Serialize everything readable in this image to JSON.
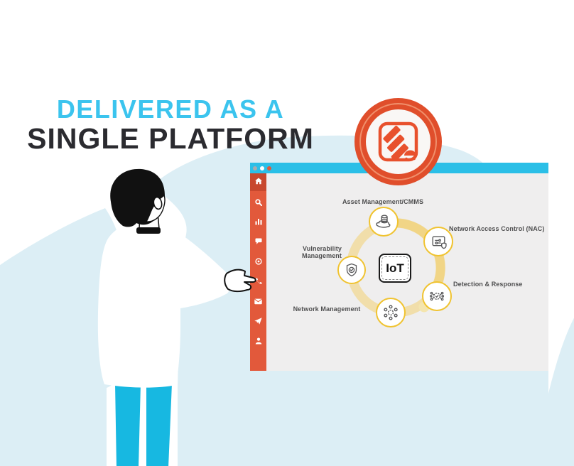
{
  "title": {
    "line1": "DELIVERED AS A",
    "line2": "SINGLE PLATFORM"
  },
  "window": {
    "topbar_dots": [
      {
        "name": "window-dot-minimize",
        "color": "#A9ABAE"
      },
      {
        "name": "window-dot-maximize",
        "color": "#FFFFFF"
      },
      {
        "name": "window-dot-close",
        "color": "#E2593B"
      }
    ],
    "sidebar_icons": [
      "home",
      "search",
      "bar-chart",
      "chat",
      "target",
      "phone",
      "mail",
      "send",
      "user"
    ]
  },
  "diagram": {
    "center_label": "IoT",
    "nodes": [
      {
        "label": "Asset Management/CMMS",
        "icon": "database-platform-icon"
      },
      {
        "label": "Network Access Control (NAC)",
        "icon": "access-panel-shield-icon"
      },
      {
        "label": "Vulnerability Management",
        "icon": "shield-check-icon"
      },
      {
        "label": "Detection & Response",
        "icon": "badge-check-nodes-icon"
      },
      {
        "label": "Network Management",
        "icon": "network-nodes-icon"
      }
    ]
  },
  "colors": {
    "accent_cyan": "#2BBFE7",
    "sidebar_orange": "#E2593B",
    "sidebar_active_orange": "#C8482E",
    "title_cyan": "#3BC4EE",
    "title_dark": "#2B2B30",
    "background_blue": "#DCEEF5",
    "content_gray": "#EFEEEE",
    "ring_yellow": "#F2C94C",
    "node_border_yellow": "#F0C330",
    "badge_orange": "#E04E2B",
    "legs_cyan": "#17B8E1"
  }
}
